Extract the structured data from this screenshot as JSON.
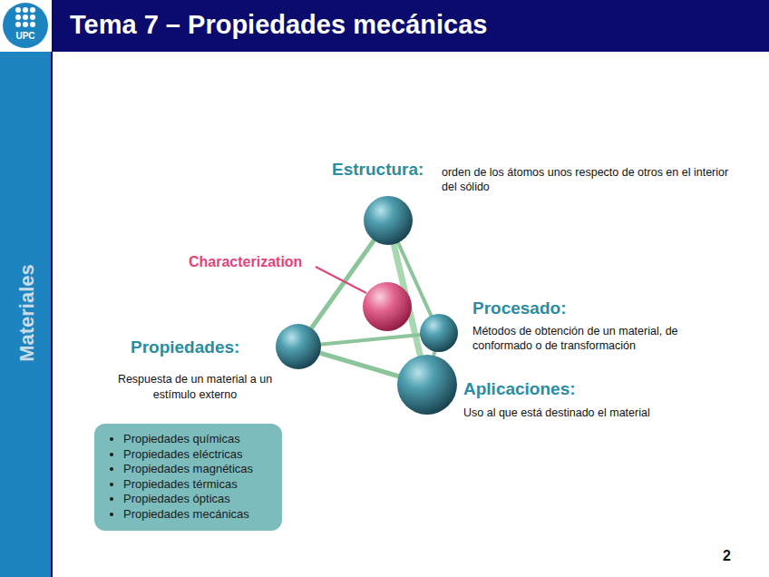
{
  "diagram": {
    "title": "Tema 7 – Propiedades mecánicas",
    "nodes": [
      {
        "text": [
          "Propiedades químicas",
          "Propiedades eléctricas",
          "Propiedades magnéticas",
          "Propiedades térmicas",
          "Propiedades ópticas",
          "Propiedades mecánicas"
        ]
      }
    ],
    "edges": [],
    "labels": [
      "UPC",
      "Materiales",
      "Estructura:",
      "orden de los átomos unos respecto de otros en el interior del sólido",
      "Characterization",
      "Procesado:",
      "Métodos de obtención de un material, de conformado o de transformación",
      "Propiedades:",
      "Respuesta de un material a un estímulo externo",
      "Aplicaciones:",
      "Uso al que está destinado el material",
      "2"
    ]
  }
}
